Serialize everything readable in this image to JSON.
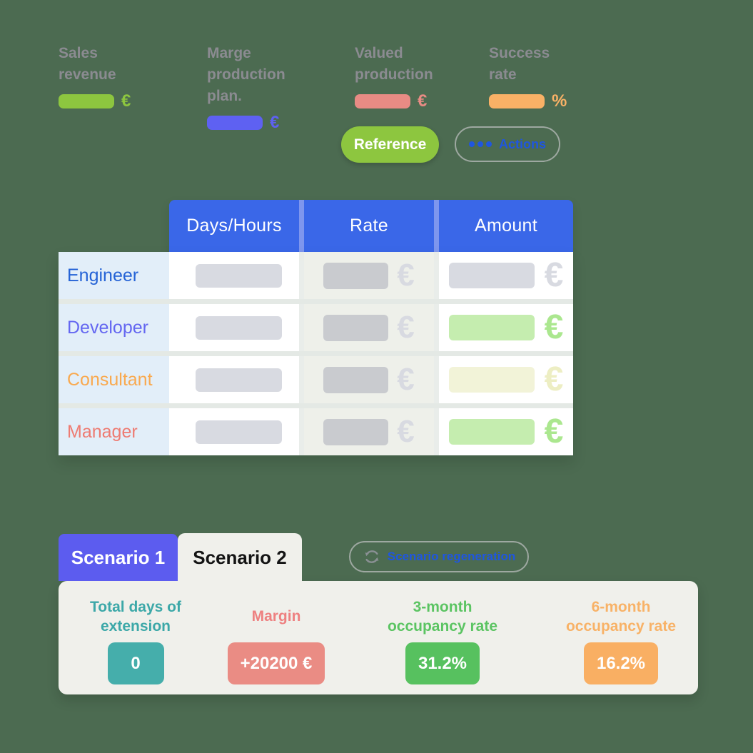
{
  "colors": {
    "background": "#4C6B51",
    "header_blue": "#3A67E8",
    "scenario_purple": "#5C5CEF",
    "panel_bg": "#F0F0EB",
    "link_blue": "#1F56E0",
    "reference_green": "#8DC63F"
  },
  "legend": {
    "items": [
      {
        "label": "Sales revenue",
        "color": "#8DC63F",
        "unit": "€"
      },
      {
        "label": "Marge production plan.",
        "color": "#5E61F2",
        "unit": "€"
      },
      {
        "label": "Valued production",
        "color": "#E88B84",
        "unit": "€"
      },
      {
        "label": "Success rate",
        "color": "#F9B166",
        "unit": "%"
      }
    ]
  },
  "toolbar": {
    "reference_label": "Reference",
    "actions_label": "Actions"
  },
  "table": {
    "columns": [
      "Days/Hours",
      "Rate",
      "Amount"
    ],
    "currency_symbol": "€",
    "placeholder_gray_light": "#D8DAE1",
    "placeholder_gray_dark": "#C9CBCF",
    "amount_styles": {
      "gray": {
        "bar": "#D8DAE1",
        "euro": "#D8DAE1"
      },
      "green": {
        "bar": "#C5EDAF",
        "euro": "#ABE78F"
      },
      "yellow": {
        "bar": "#F2F3D8",
        "euro": "#EDEEC3"
      }
    },
    "rows": [
      {
        "label": "Engineer",
        "label_color": "#2563D6",
        "amount_style": "gray"
      },
      {
        "label": "Developer",
        "label_color": "#6366F1",
        "amount_style": "green"
      },
      {
        "label": "Consultant",
        "label_color": "#F9A94F",
        "amount_style": "yellow"
      },
      {
        "label": "Manager",
        "label_color": "#EE7B72",
        "amount_style": "green"
      }
    ]
  },
  "scenarios": {
    "tabs": [
      {
        "label": "Scenario 1"
      },
      {
        "label": "Scenario 2"
      }
    ],
    "active_tab": "Scenario 2",
    "regenerate_label": "Scenario regeneration"
  },
  "stats": [
    {
      "label": "Total days of extension",
      "value": "0",
      "label_color": "#3CA8A8",
      "box_color": "#45AEAB"
    },
    {
      "label": "Margin",
      "value": "+20200 €",
      "label_color": "#EE8080",
      "box_color": "#EA8C84"
    },
    {
      "label": "3-month occupancy rate",
      "value": "31.2%",
      "label_color": "#5BC462",
      "box_color": "#57C15F"
    },
    {
      "label": "6-month occupancy rate",
      "value": "16.2%",
      "label_color": "#F8B267",
      "box_color": "#F9AF63"
    }
  ]
}
